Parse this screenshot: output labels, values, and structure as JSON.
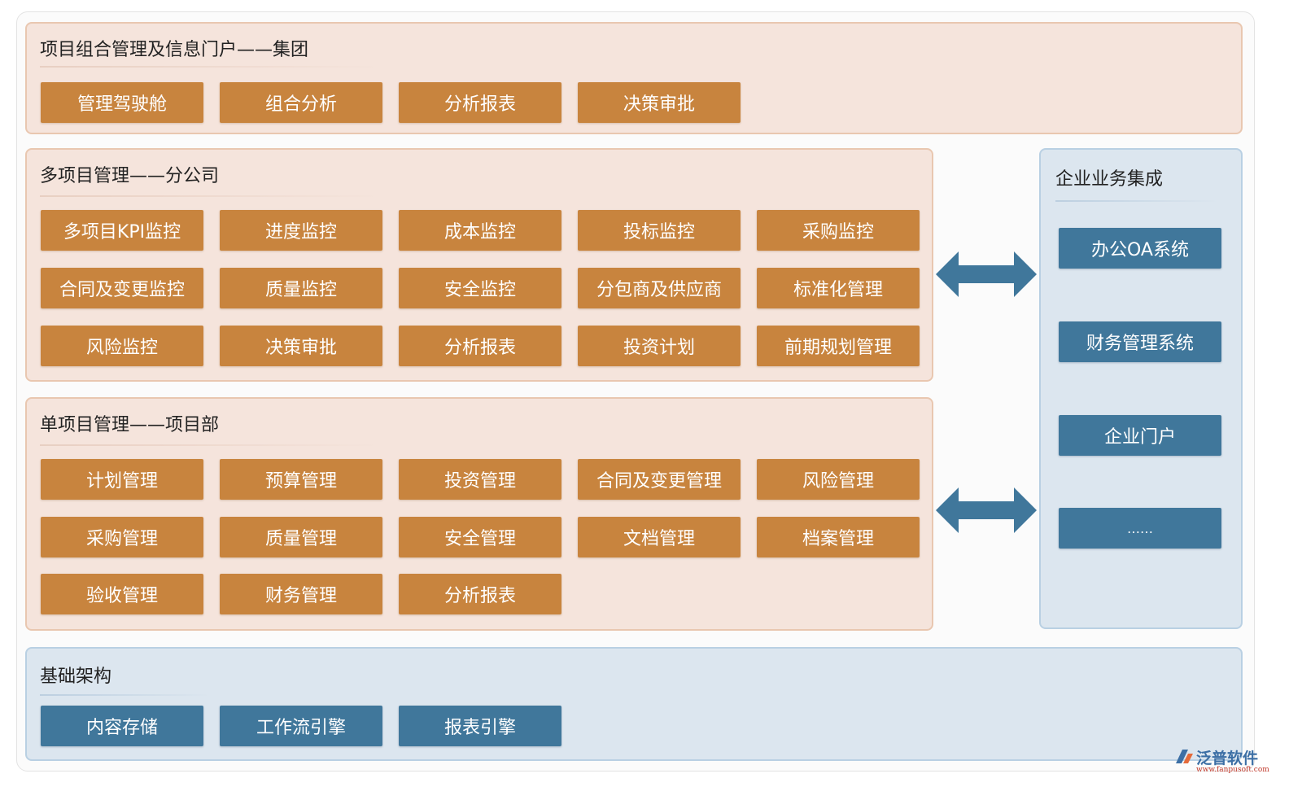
{
  "group": {
    "title": "项目组合管理及信息门户——集团",
    "buttons": [
      "管理驾驶舱",
      "组合分析",
      "分析报表",
      "决策审批"
    ]
  },
  "multi": {
    "title": "多项目管理——分公司",
    "buttons": [
      "多项目KPI监控",
      "进度监控",
      "成本监控",
      "投标监控",
      "采购监控",
      "合同及变更监控",
      "质量监控",
      "安全监控",
      "分包商及供应商",
      "标准化管理",
      "风险监控",
      "决策审批",
      "分析报表",
      "投资计划",
      "前期规划管理"
    ]
  },
  "single": {
    "title": "单项目管理——项目部",
    "buttons": [
      "计划管理",
      "预算管理",
      "投资管理",
      "合同及变更管理",
      "风险管理",
      "采购管理",
      "质量管理",
      "安全管理",
      "文档管理",
      "档案管理",
      "验收管理",
      "财务管理",
      "分析报表"
    ]
  },
  "integration": {
    "title": "企业业务集成",
    "buttons": [
      "办公OA系统",
      "财务管理系统",
      "企业门户",
      "……"
    ]
  },
  "infra": {
    "title": "基础架构",
    "buttons": [
      "内容存储",
      "工作流引擎",
      "报表引擎"
    ]
  },
  "logo": {
    "name": "泛普软件",
    "url": "www.fanpusoft.com",
    "icon": "fanpu-logo-icon"
  },
  "colors": {
    "orange_button": "#c8843e",
    "blue_button": "#40779b",
    "orange_panel": "#f5e4dc",
    "blue_panel": "#dce6ef",
    "arrow": "#40779b"
  }
}
